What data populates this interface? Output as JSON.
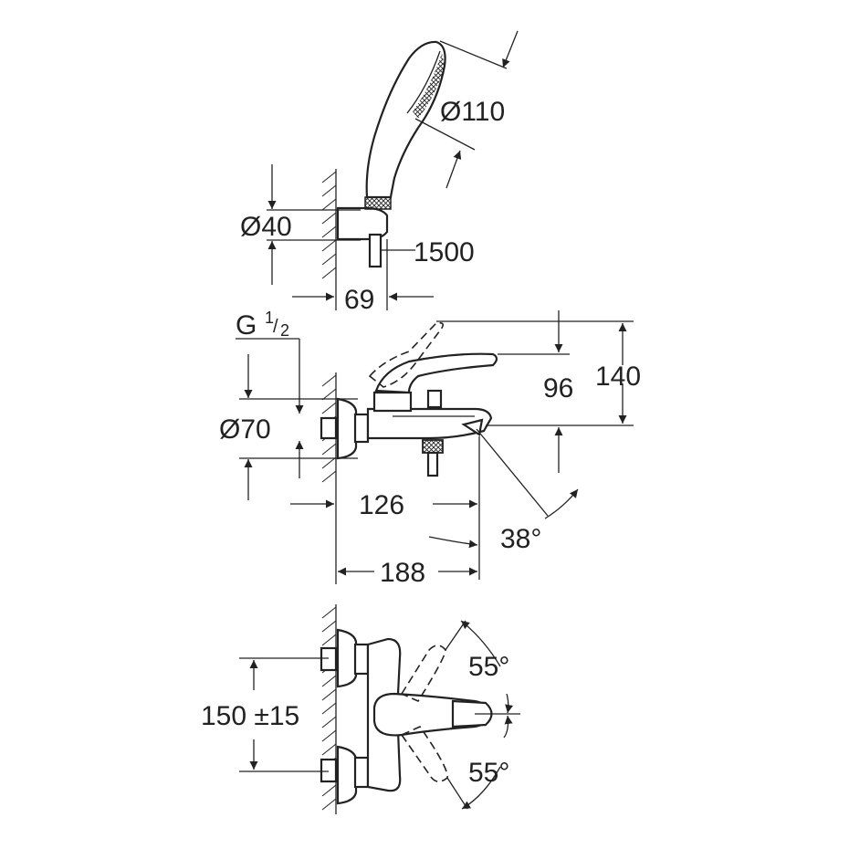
{
  "drawing": {
    "accent_color": "#222222",
    "background_color": "#ffffff"
  },
  "handshower": {
    "diameter_label": "Ø110",
    "holder_diameter_label": "Ø40",
    "hose_length_label": "1500",
    "wall_offset_label": "69"
  },
  "mixer_side": {
    "thread_label_main": "G",
    "thread_label_num": "1",
    "thread_label_den": "2",
    "escutcheon_label": "Ø70",
    "height_inner_label": "96",
    "height_outer_label": "140",
    "outlet_depth_label": "126",
    "total_depth_label": "188",
    "spout_angle_label": "38°"
  },
  "mixer_top": {
    "centers_label": "150 ±15",
    "angle_top_label": "55°",
    "angle_bottom_label": "55°"
  }
}
